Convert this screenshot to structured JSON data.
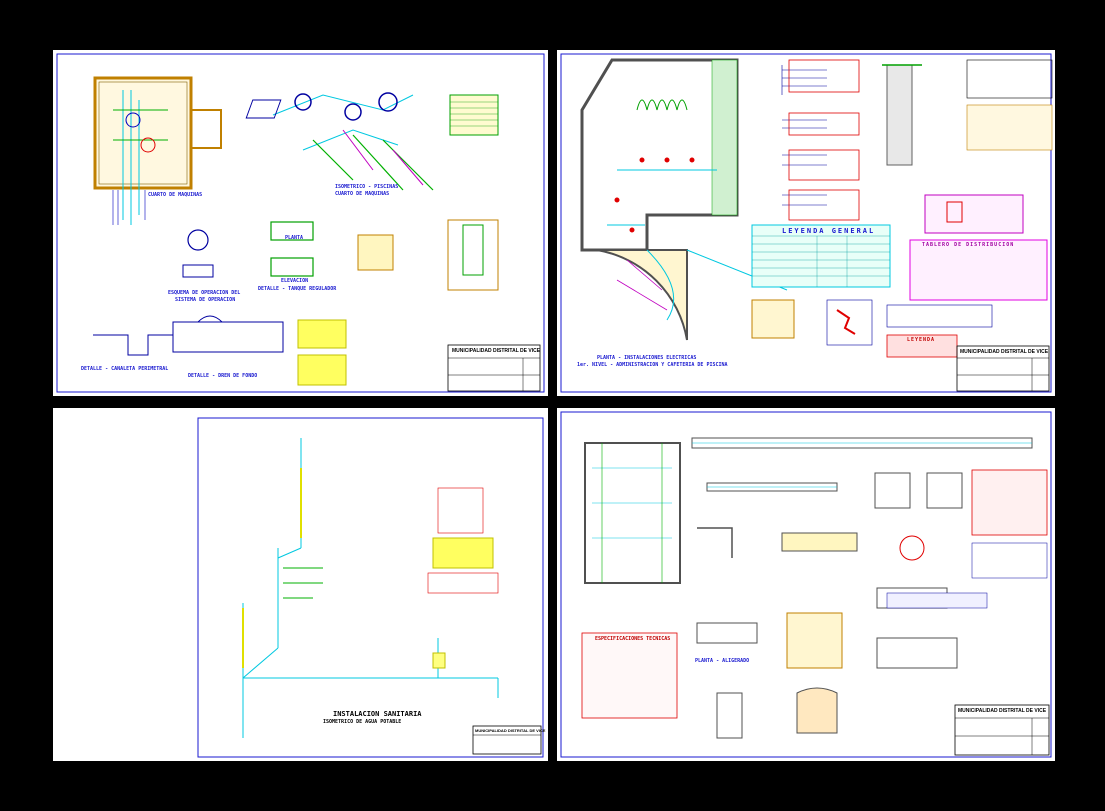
{
  "sheets": {
    "s1": {
      "owner": "MUNICIPALIDAD DISTRITAL DE VICE",
      "labels": {
        "cuarto": "CUARTO DE MAQUINAS",
        "isometrico": "ISOMETRICO - PISCINAS",
        "isometrico2": "CUARTO DE MAQUINAS",
        "esquema": "ESQUEMA DE OPERACION DEL",
        "esquema2": "SISTEMA DE OPERACION",
        "planta": "PLANTA",
        "elevacion": "ELEVACION",
        "tanque": "DETALLE - TANQUE REGULADOR",
        "canaleta": "DETALLE - CANALETA PERIMETRAL",
        "dren": "DETALLE - DREN DE FONDO"
      }
    },
    "s2": {
      "owner": "MUNICIPALIDAD DISTRITAL DE VICE",
      "leyenda_general": "LEYENDA GENERAL",
      "tablero": "TABLERO DE DISTRIBUCION",
      "leyenda": "LEYENDA",
      "plan_title": "PLANTA - INSTALACIONES ELECTRICAS",
      "plan_sub": "1er. NIVEL - ADMINISTRACION Y CAFETERIA DE PISCINA"
    },
    "s3": {
      "owner": "MUNICIPALIDAD DISTRITAL DE VICE",
      "title": "INSTALACION SANITARIA",
      "subtitle": "ISOMETRICO DE AGUA POTABLE"
    },
    "s4": {
      "owner": "MUNICIPALIDAD DISTRITAL DE VICE",
      "especificaciones": "ESPECIFICACIONES TECNICAS",
      "planta_label": "PLANTA - ALIGERADO"
    }
  },
  "colors": {
    "page_bg": "#000000",
    "sheet_bg": "#ffffff",
    "border": "#1a1ad0",
    "red": "#e00000",
    "cyan": "#00c8e0",
    "yellow": "#ffee00",
    "green": "#00b000",
    "magenta": "#e000e0"
  }
}
